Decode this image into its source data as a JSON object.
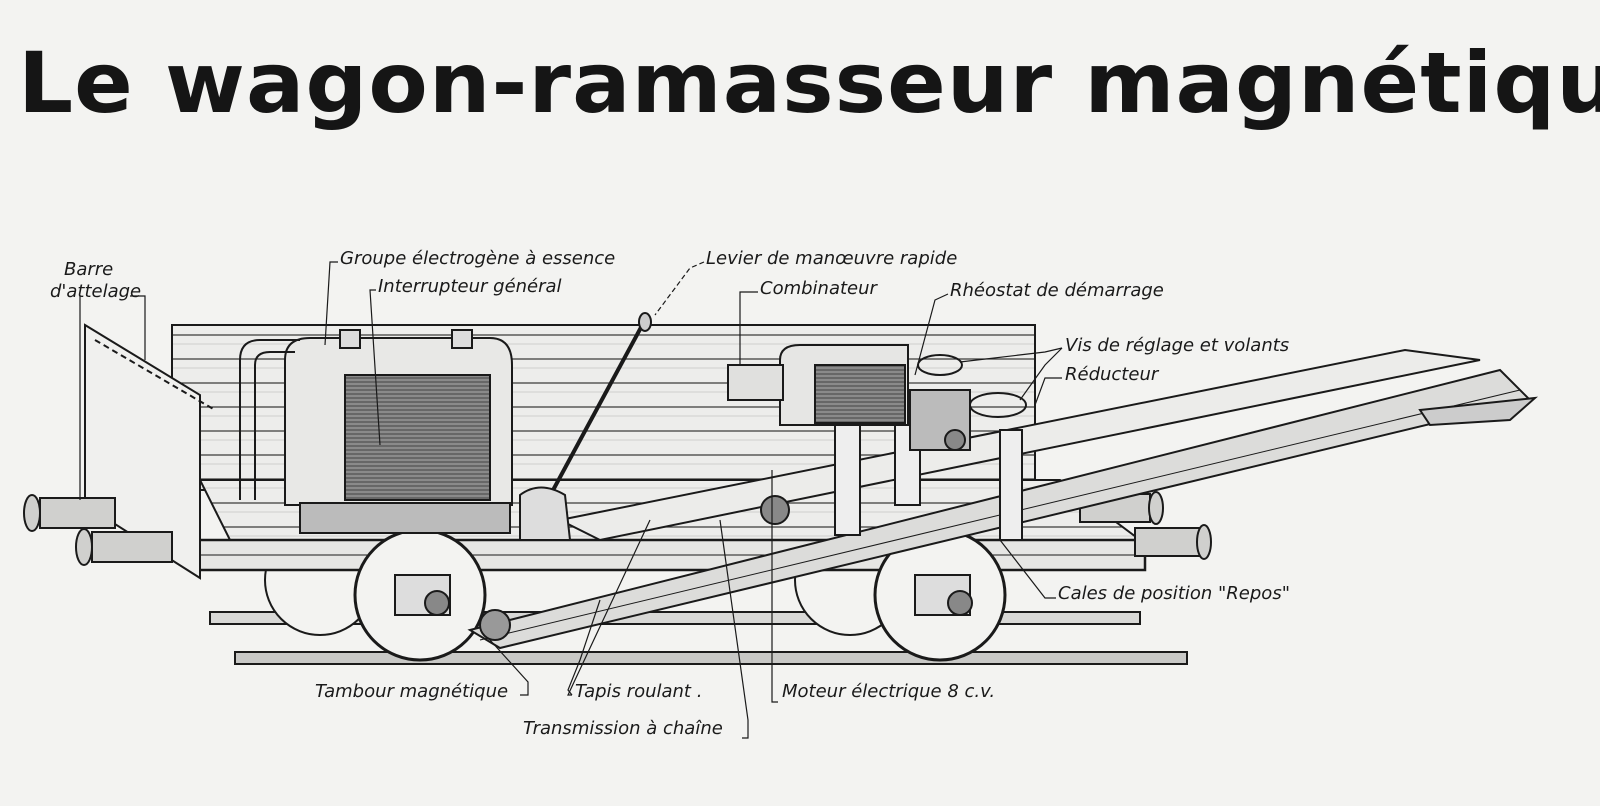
{
  "title": "Le wagon-ramasseur magnétique",
  "labels": {
    "barre": "Barre",
    "attelage": "d'attelage",
    "groupe": "Groupe électrogène à essence",
    "interrupteur": "Interrupteur général",
    "levier": "Levier de manœuvre rapide",
    "combinateur": "Combinateur",
    "rheostat": "Rhéostat de démarrage",
    "vis": "Vis de réglage et volants",
    "reducteur": "Réducteur",
    "cales": "Cales de position \"Repos\"",
    "tambour": "Tambour magnétique",
    "tapis": "Tapis roulant .",
    "moteur": "Moteur électrique 8 c.v.",
    "transmission": "Transmission à chaîne"
  },
  "colors": {
    "ink": "#1a1a1a",
    "paper": "#f3f3f1",
    "shade": "#6a6a6a"
  }
}
